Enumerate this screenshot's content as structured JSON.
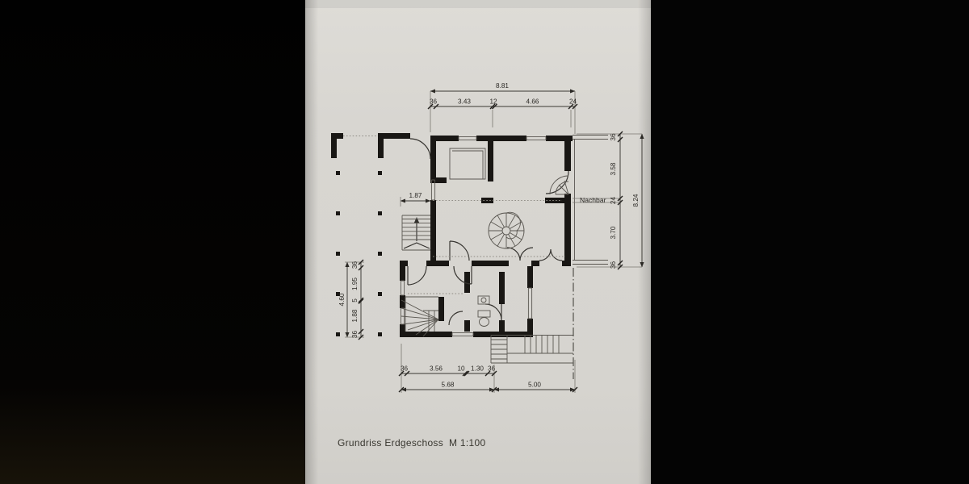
{
  "caption": {
    "title": "Grundriss Erdgeschoss",
    "scale": "M 1:100"
  },
  "labels": {
    "neighbor": "Nachbar"
  },
  "dimensions": {
    "top": {
      "total": "8.81",
      "segments": [
        "36",
        "3.43",
        "12",
        "4.66",
        "24"
      ]
    },
    "right": {
      "total": "8.24",
      "segments": [
        "36",
        "3.58",
        "24",
        "3.70",
        "36"
      ]
    },
    "left_chain": {
      "total": "4.60",
      "segments": [
        "36",
        "1.95",
        "5",
        "1.88",
        "36"
      ]
    },
    "bottom": {
      "upper_segments": [
        "36",
        "3.56",
        "10",
        "1.30",
        "36"
      ],
      "lower_segments": [
        "5.68",
        "5.00"
      ]
    },
    "stair_width": "1.87"
  }
}
